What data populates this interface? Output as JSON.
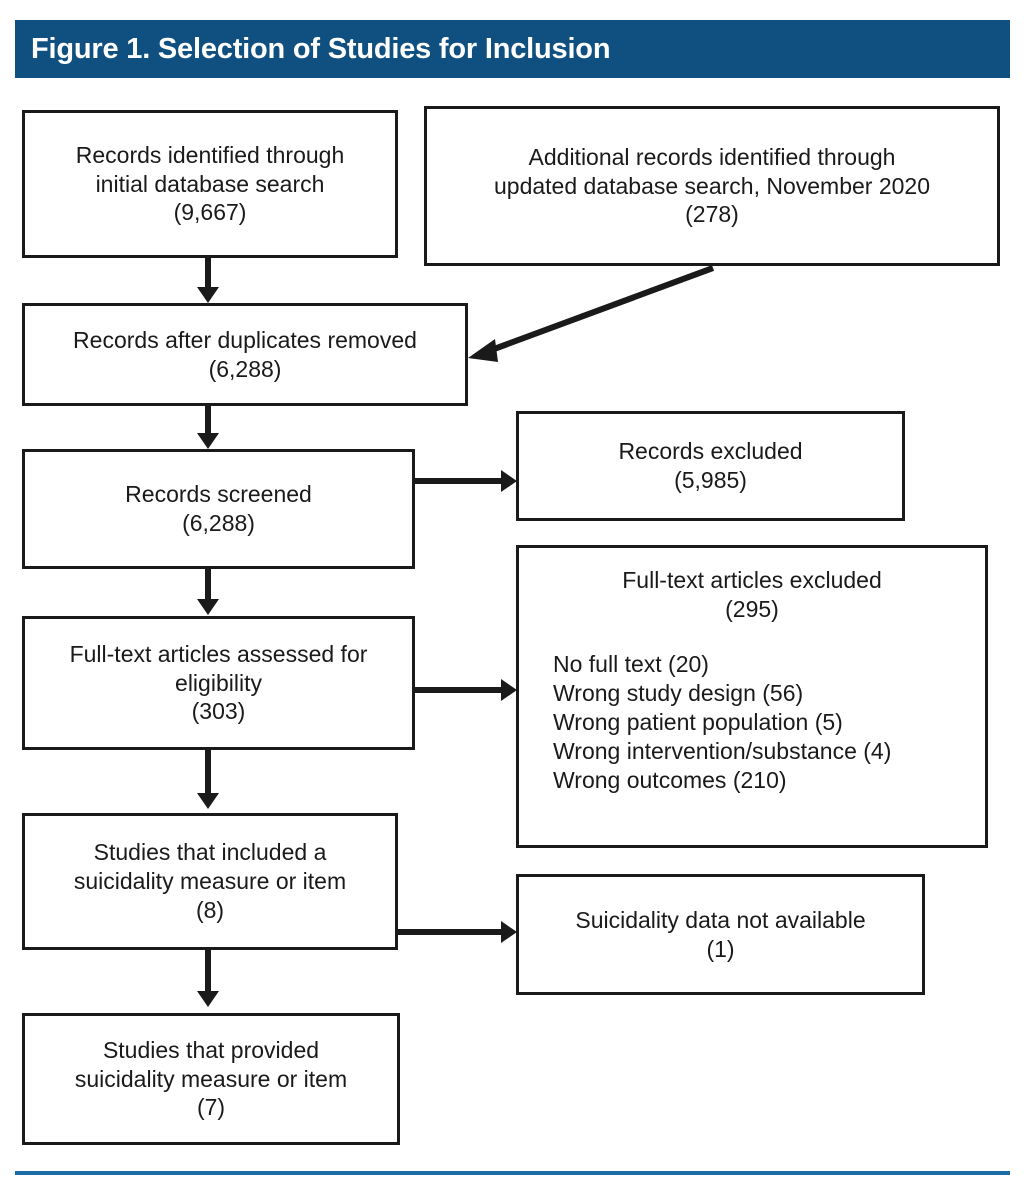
{
  "header": {
    "title": "Figure 1. Selection of Studies for Inclusion",
    "background_color": "#0f5080",
    "text_color": "#ffffff"
  },
  "footer": {
    "rule_color": "#1b6ca8"
  },
  "diagram": {
    "type": "prisma-flow-diagram",
    "box_border_color": "#1a1a1a",
    "box_fill_color": "#ffffff",
    "nodes": {
      "initial_search": {
        "lines": [
          "Records identified through",
          "initial database search",
          "(9,667)"
        ],
        "count": "9,667"
      },
      "updated_search": {
        "lines": [
          "Additional records identified through",
          "updated database search, November 2020",
          "(278)"
        ],
        "count": "278"
      },
      "duplicates_removed": {
        "lines": [
          "Records after duplicates removed",
          "(6,288)"
        ],
        "count": "6,288"
      },
      "records_screened": {
        "lines": [
          "Records screened",
          "(6,288)"
        ],
        "count": "6,288"
      },
      "records_excluded": {
        "lines": [
          "Records excluded",
          "(5,985)"
        ],
        "count": "5,985"
      },
      "fulltext_assessed": {
        "lines": [
          "Full-text articles assessed for",
          "eligibility",
          "(303)"
        ],
        "count": "303"
      },
      "fulltext_excluded": {
        "head_lines": [
          "Full-text articles excluded",
          "(295)"
        ],
        "count": "295",
        "reasons": [
          "No full text (20)",
          "Wrong study design (56)",
          "Wrong patient population (5)",
          "Wrong intervention/substance (4)",
          "Wrong outcomes (210)"
        ]
      },
      "studies_included_measure": {
        "lines": [
          "Studies that included a",
          "suicidality measure or item",
          "(8)"
        ],
        "count": "8"
      },
      "data_not_available": {
        "lines": [
          "Suicidality data not available",
          "(1)"
        ],
        "count": "1"
      },
      "studies_provided_measure": {
        "lines": [
          "Studies that provided",
          "suicidality measure or item",
          "(7)"
        ],
        "count": "7"
      }
    }
  }
}
